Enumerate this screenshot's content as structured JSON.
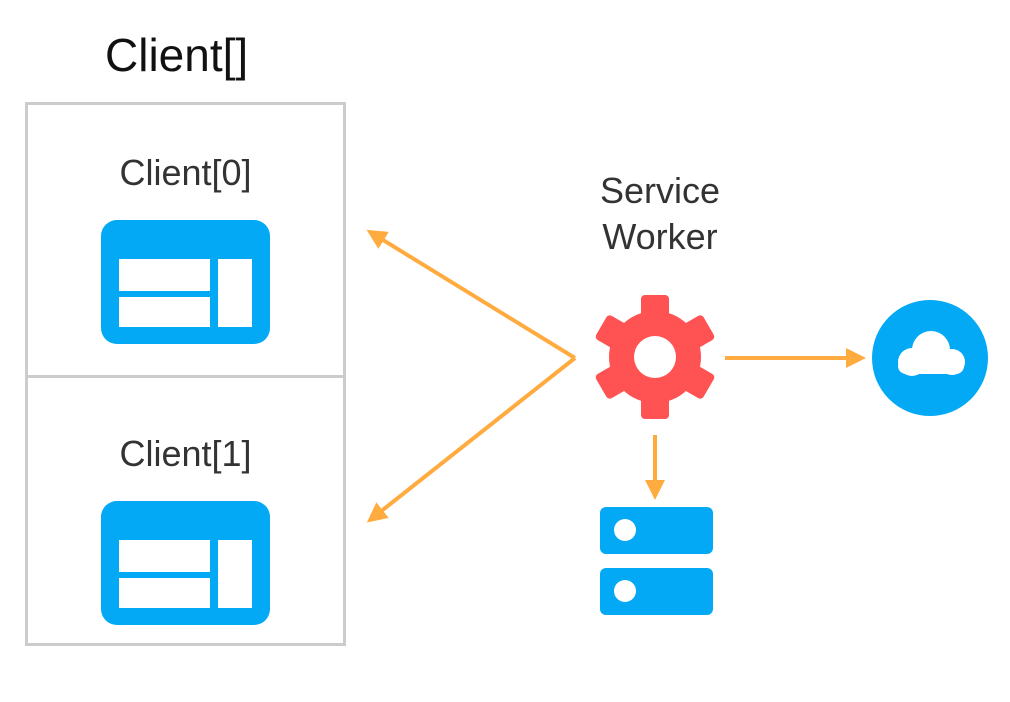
{
  "title": "Client[]",
  "clients": [
    {
      "label": "Client[0]"
    },
    {
      "label": "Client[1]"
    }
  ],
  "service_worker": {
    "line1": "Service",
    "line2": "Worker",
    "icon": "gear-icon"
  },
  "icons": {
    "window": "browser-window-icon",
    "cloud": "cloud-icon",
    "storage": "database-icon"
  },
  "colors": {
    "blue": "#03a9f4",
    "red": "#ff5252",
    "orange": "#ffab40",
    "box_border": "#cccccc"
  }
}
